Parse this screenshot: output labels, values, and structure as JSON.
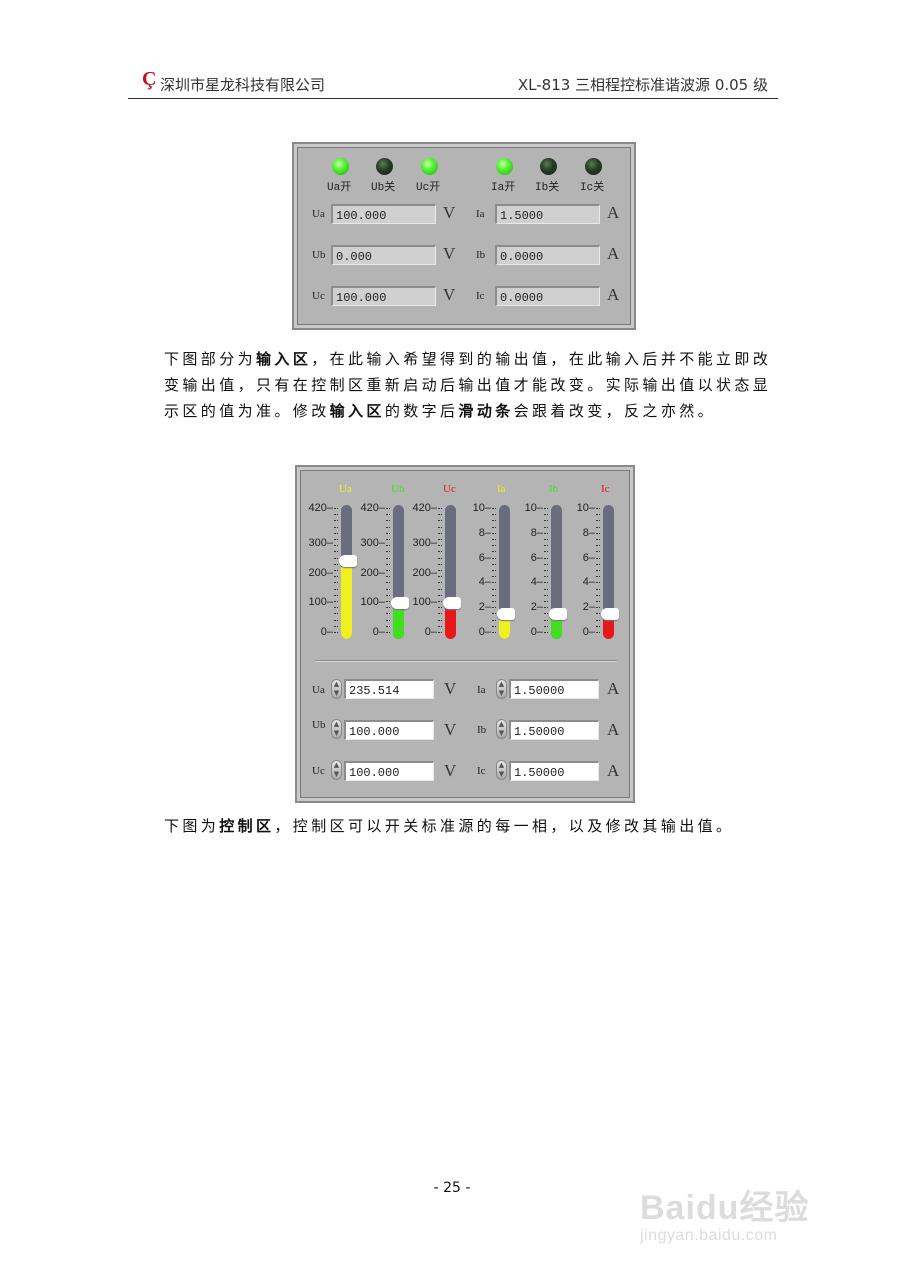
{
  "header": {
    "company": "深圳市星龙科技有限公司",
    "doc_title": "XL-813  三相程控标准谐波源    0.05 级",
    "logo_icon": "swirl-logo-icon"
  },
  "status_panel": {
    "leds": [
      {
        "label": "Ua开",
        "state": "on"
      },
      {
        "label": "Ub关",
        "state": "off"
      },
      {
        "label": "Uc开",
        "state": "on"
      },
      {
        "label": "Ia开",
        "state": "on"
      },
      {
        "label": "Ib关",
        "state": "off"
      },
      {
        "label": "Ic关",
        "state": "off"
      }
    ],
    "voltage": [
      {
        "label": "Ua",
        "value": "100.000",
        "unit": "V"
      },
      {
        "label": "Ub",
        "value": "0.000",
        "unit": "V"
      },
      {
        "label": "Uc",
        "value": "100.000",
        "unit": "V"
      }
    ],
    "current": [
      {
        "label": "Ia",
        "value": "1.5000",
        "unit": "A"
      },
      {
        "label": "Ib",
        "value": "0.0000",
        "unit": "A"
      },
      {
        "label": "Ic",
        "value": "0.0000",
        "unit": "A"
      }
    ]
  },
  "paragraph1": {
    "p1": "下图部分为",
    "b1": "输入区",
    "p2": "，在此输入希望得到的输出值，在此输入后并不能立即改变输出值，只有在控制区重新启动后输出值才能改变。实际输出值以状态显示区的值为准。修改",
    "b2": "输入区",
    "p3": "的数字后",
    "b3": "滑动条",
    "p4": "会跟着改变，反之亦然。"
  },
  "input_panel": {
    "sliders": [
      {
        "title": "Ua",
        "color": "#f0f020",
        "max": 420,
        "value": 235.514,
        "ticks": [
          "420",
          "300",
          "200",
          "100",
          "0"
        ]
      },
      {
        "title": "Ub",
        "color": "#40e020",
        "max": 420,
        "value": 100,
        "ticks": [
          "420",
          "300",
          "200",
          "100",
          "0"
        ]
      },
      {
        "title": "Uc",
        "color": "#e81818",
        "max": 420,
        "value": 100,
        "ticks": [
          "420",
          "300",
          "200",
          "100",
          "0"
        ]
      },
      {
        "title": "Ia",
        "color": "#f0f020",
        "max": 10,
        "value": 1.5,
        "ticks": [
          "10",
          "8",
          "6",
          "4",
          "2",
          "0"
        ]
      },
      {
        "title": "Ib",
        "color": "#40e020",
        "max": 10,
        "value": 1.5,
        "ticks": [
          "10",
          "8",
          "6",
          "4",
          "2",
          "0"
        ]
      },
      {
        "title": "Ic",
        "color": "#e81818",
        "max": 10,
        "value": 1.5,
        "ticks": [
          "10",
          "8",
          "6",
          "4",
          "2",
          "0"
        ]
      }
    ],
    "voltage": [
      {
        "label": "Ua",
        "value": "235.514",
        "unit": "V"
      },
      {
        "label": "Ub",
        "value": "100.000",
        "unit": "V"
      },
      {
        "label": "Uc",
        "value": "100.000",
        "unit": "V"
      }
    ],
    "current": [
      {
        "label": "Ia",
        "value": "1.50000",
        "unit": "A"
      },
      {
        "label": "Ib",
        "value": "1.50000",
        "unit": "A"
      },
      {
        "label": "Ic",
        "value": "1.50000",
        "unit": "A"
      }
    ]
  },
  "paragraph2": {
    "p1": "下图为",
    "b1": "控制区",
    "p2": "，控制区可以开关标准源的每一相，以及修改其输出值。"
  },
  "footer": {
    "page_number": "- 25 -",
    "watermark_line1": "Baidu经验",
    "watermark_line2": "jingyan.baidu.com"
  }
}
